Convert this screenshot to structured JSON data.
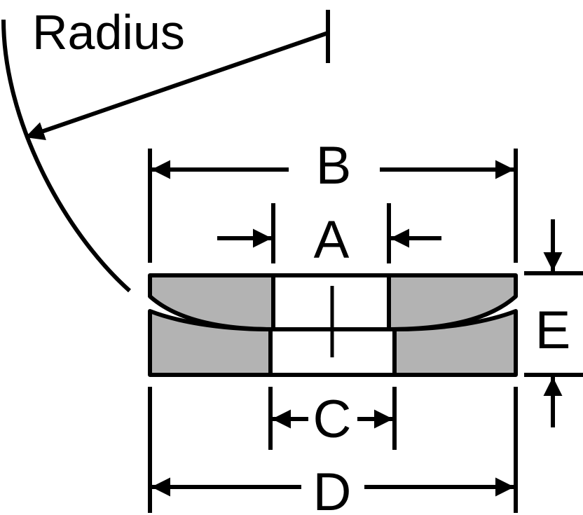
{
  "labels": {
    "radius": "Radius",
    "a": "A",
    "b": "B",
    "c": "C",
    "d": "D",
    "e": "E"
  },
  "colors": {
    "ink": "#000000",
    "fill": "#b3b3b3",
    "background": "#ffffff"
  }
}
